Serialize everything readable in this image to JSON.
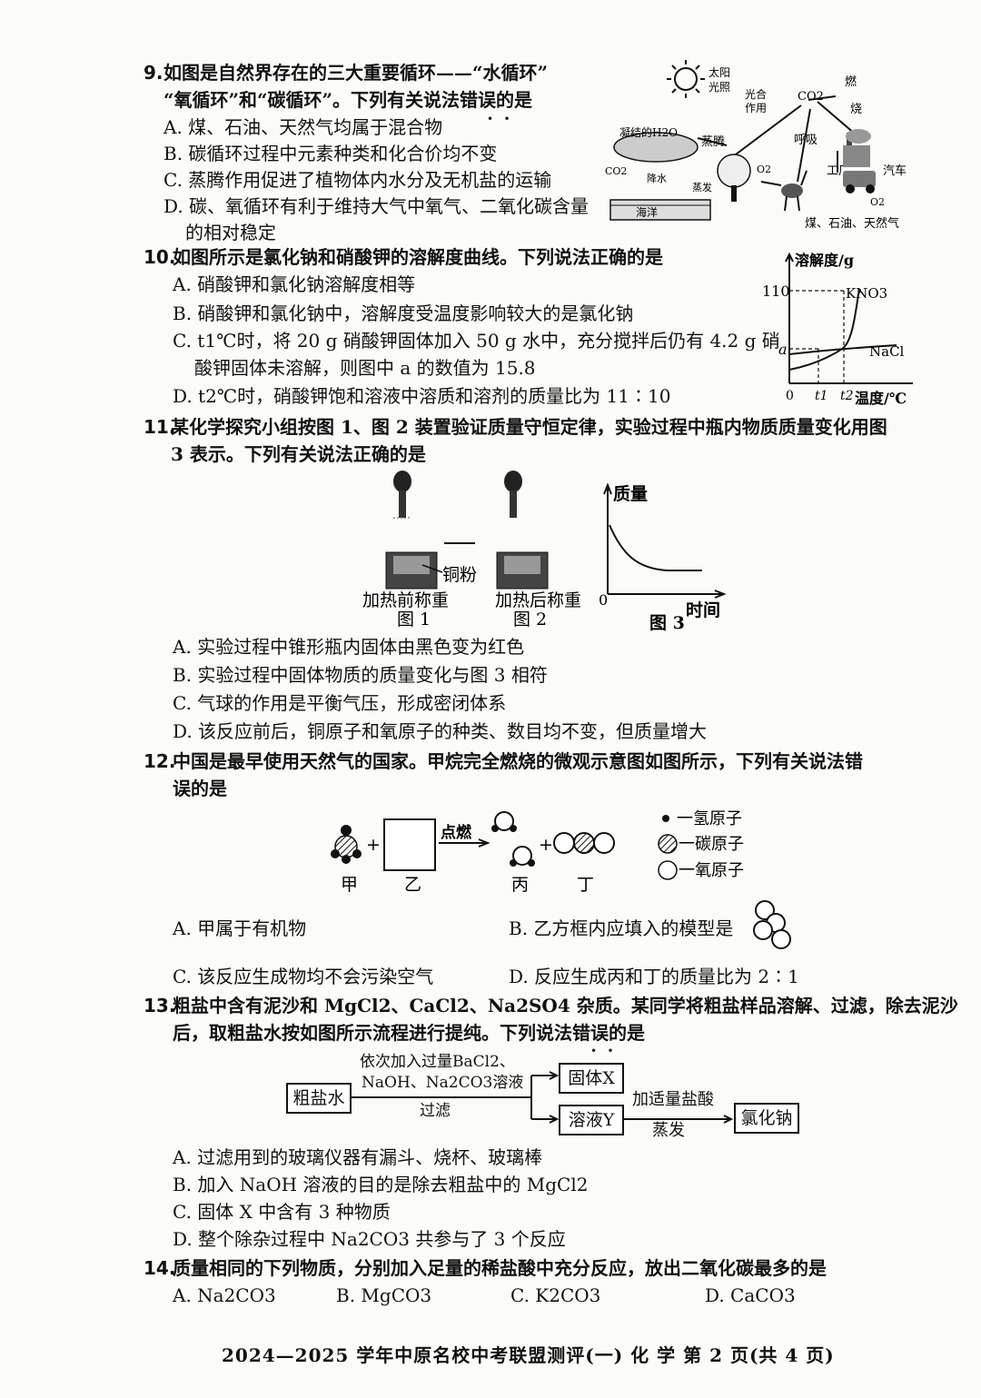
{
  "q9": {
    "num": "9.",
    "stem1": "如图是自然界存在的三大重要循环——“水循环”",
    "stem2": "“氧循环”和“碳循环”。下列有关说法错误的是",
    "a": "A. 煤、石油、天然气均属于混合物",
    "b": "B. 碳循环过程中元素种类和化合价均不变",
    "c": "C. 蒸腾作用促进了植物体内水分及无机盐的运输",
    "d1": "D. 碳、氧循环有利于维持大气中氧气、二氧化碳含量",
    "d2": "的相对稳定",
    "fig": {
      "sun": "太阳",
      "light": "光照",
      "photo1": "光合",
      "photo2": "作用",
      "co2": "CO2",
      "burn1": "燃",
      "burn2": "烧",
      "cloud": "凝结的H2O",
      "transp": "蒸腾",
      "breath": "呼吸",
      "factory": "工厂",
      "car": "汽车",
      "o2a": "O2",
      "o2b": "O2",
      "co2left": "CO2",
      "rain": "降水",
      "evap": "蒸发",
      "ocean": "海洋",
      "fuel": "煤、石油、天然气"
    }
  },
  "q10": {
    "num": "10.",
    "stem": "如图所示是氯化钠和硝酸钾的溶解度曲线。下列说法正确的是",
    "a": "A. 硝酸钾和氯化钠溶解度相等",
    "b": "B. 硝酸钾和氯化钠中，溶解度受温度影响较大的是氯化钠",
    "c1": "C. t1℃时，将 20 g 硝酸钾固体加入 50 g 水中，充分搅拌后仍有 4.2 g 硝",
    "c2": "酸钾固体未溶解，则图中 a 的数值为 15.8",
    "d": "D. t2℃时，硝酸钾饱和溶液中溶质和溶剂的质量比为 11∶10",
    "chart": {
      "ylabel": "溶解度/g",
      "y110": "110",
      "ya": "a",
      "kno3": "KNO3",
      "nacl": "NaCl",
      "x0": "0",
      "t1": "t1",
      "t2": "t2",
      "xlabel": "温度/℃"
    }
  },
  "q11": {
    "num": "11.",
    "stem1": "某化学探究小组按图 1、图 2 装置验证质量守恒定律，实验过程中瓶内物质质量变化用图",
    "stem2": "3 表示。下列有关说法正确的是",
    "copper": "铜粉",
    "fig1": "加热前称重",
    "fig1n": "图 1",
    "fig2": "加热后称重",
    "fig2n": "图 2",
    "fig3n": "图 3",
    "mass": "质量",
    "time": "时间",
    "zero": "0",
    "a": "A. 实验过程中锥形瓶内固体由黑色变为红色",
    "b": "B. 实验过程中固体物质的质量变化与图 3 相符",
    "c": "C. 气球的作用是平衡气压，形成密闭体系",
    "d": "D. 该反应前后，铜原子和氧原子的种类、数目均不变，但质量增大"
  },
  "q12": {
    "num": "12.",
    "stem1": "中国是最早使用天然气的国家。甲烷完全燃烧的微观示意图如图所示，下列有关说法错",
    "stem2": "误的是",
    "plus": "+",
    "ignite": "点燃",
    "jia": "甲",
    "yi": "乙",
    "bing": "丙",
    "ding": "丁",
    "h": "一氢原子",
    "c": "一碳原子",
    "o": "一氧原子",
    "a": "A. 甲属于有机物",
    "b": "B. 乙方框内应填入的模型是",
    "c_opt": "C. 该反应生成物均不会污染空气",
    "d": "D. 反应生成丙和丁的质量比为 2∶1"
  },
  "q13": {
    "num": "13.",
    "stem1": "粗盐中含有泥沙和 MgCl2、CaCl2、Na2SO4 杂质。某同学将粗盐样品溶解、过滤，除去泥沙",
    "stem2": "后，取粗盐水按如图所示流程进行提纯。下列说法错误的是",
    "brine": "粗盐水",
    "add1": "依次加入过量BaCl2、",
    "add2": "NaOH、Na2CO3溶液",
    "filter": "过滤",
    "solidx": "固体X",
    "soly": "溶液Y",
    "hcl": "加适量盐酸",
    "evap": "蒸发",
    "nacl": "氯化钠",
    "a": "A. 过滤用到的玻璃仪器有漏斗、烧杯、玻璃棒",
    "b": "B. 加入 NaOH 溶液的目的是除去粗盐中的 MgCl2",
    "c": "C. 固体 X 中含有 3 种物质",
    "d": "D. 整个除杂过程中 Na2CO3 共参与了 3 个反应"
  },
  "q14": {
    "num": "14.",
    "stem": "质量相同的下列物质，分别加入足量的稀盐酸中充分反应，放出二氧化碳最多的是",
    "a": "A. Na2CO3",
    "b": "B. MgCO3",
    "c": "C. K2CO3",
    "d": "D. CaCO3"
  },
  "footer": "2024—2025 学年中原名校中考联盟测评(一)  化  学  第 2 页(共 4 页)"
}
